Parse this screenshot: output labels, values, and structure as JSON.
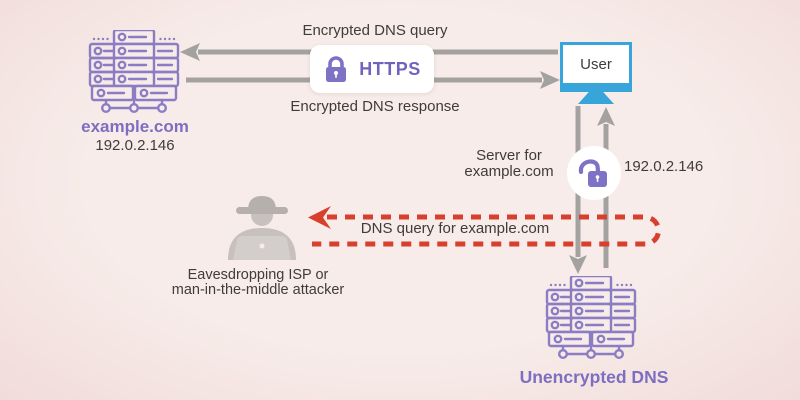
{
  "colors": {
    "bg_center": "#f7ece9",
    "bg_edge": "#f1dcda",
    "purple": "#8b7dc3",
    "purple_text": "#7d6ec1",
    "https_purple": "#6f63bd",
    "lock_purple": "#7e72c6",
    "gray_arrow": "#a4a2a0",
    "red_dashed": "#d7402d",
    "monitor_blue": "#38a5da",
    "dark_text": "#3f3c3b",
    "attacker_gray": "#c6c1bf",
    "attacker_hat": "#b5b0ae",
    "attacker_laptop": "#d3cecb"
  },
  "example_server": {
    "name": "example.com",
    "ip": "192.0.2.146"
  },
  "user": {
    "label": "User"
  },
  "https": {
    "label": "HTTPS"
  },
  "flows": {
    "query": "Encrypted DNS query",
    "response": "Encrypted DNS response",
    "lookup_line1": "Server for",
    "lookup_line2": "example.com",
    "lookup_ip": "192.0.2.146",
    "intercepted": "DNS query for example.com"
  },
  "attacker": {
    "line1": "Eavesdropping ISP or",
    "line2": "man-in-the-middle attacker"
  },
  "dns_server": {
    "name": "Unencrypted DNS"
  }
}
